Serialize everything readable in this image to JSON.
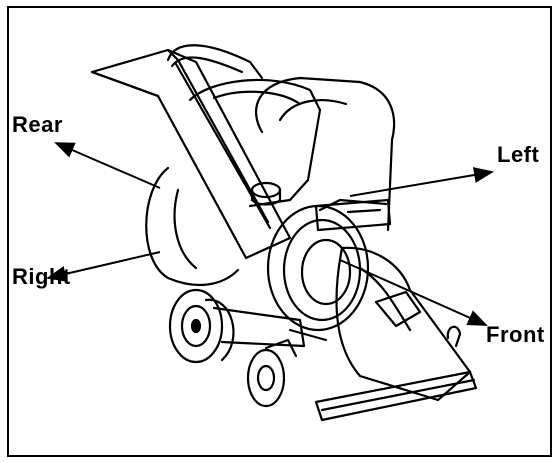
{
  "labels": {
    "rear": "Rear",
    "left": "Left",
    "right": "Right",
    "front": "Front"
  },
  "colors": {
    "line": "#000000",
    "background": "#ffffff"
  }
}
